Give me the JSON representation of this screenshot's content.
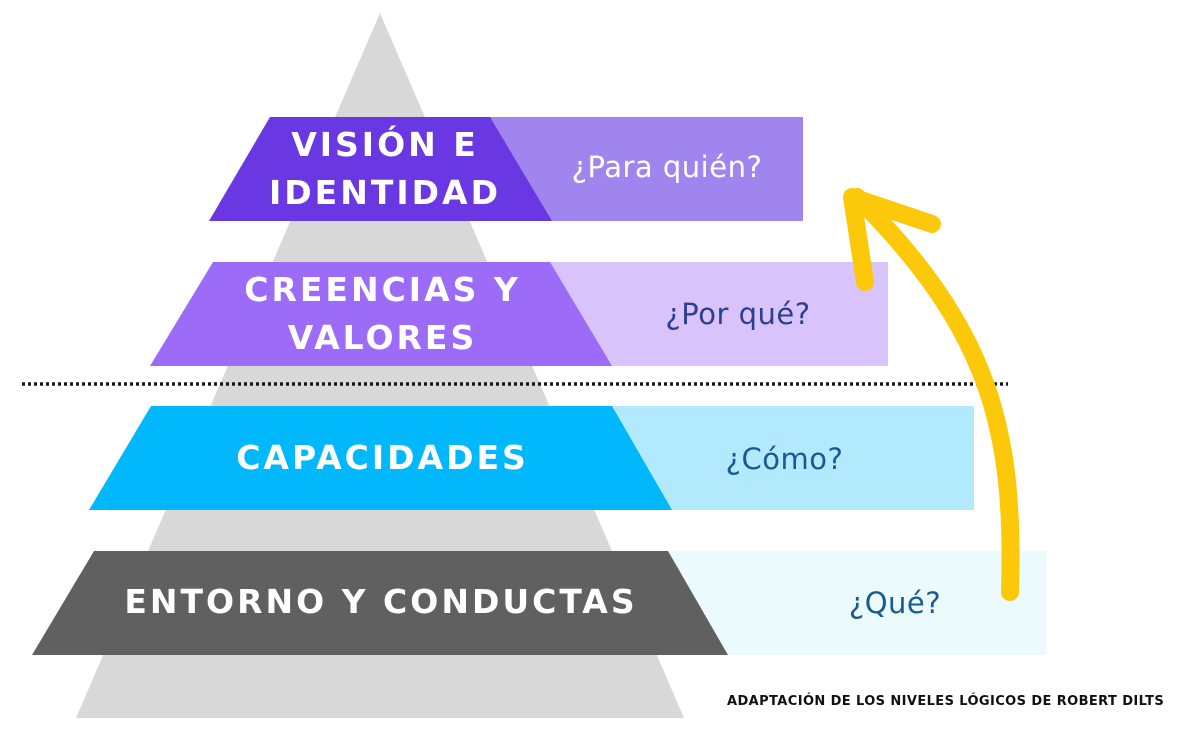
{
  "diagram": {
    "levels": [
      {
        "title_lines": [
          "VISIÓN E",
          "IDENTIDAD"
        ],
        "question": "¿Para quién?",
        "band_color": "#6a38e3",
        "box_color": "#a185ef",
        "question_color": "#ffffff"
      },
      {
        "title_lines": [
          "CREENCIAS Y",
          "VALORES"
        ],
        "question": "¿Por qué?",
        "band_color": "#9c6cf9",
        "box_color": "#d8c4fb",
        "question_color": "#2f3f8f"
      },
      {
        "title_lines": [
          "CAPACIDADES"
        ],
        "question": "¿Cómo?",
        "band_color": "#00b8fb",
        "box_color": "#b3e9fc",
        "question_color": "#1a5a93"
      },
      {
        "title_lines": [
          "ENTORNO Y CONDUCTAS"
        ],
        "question": "¿Qué?",
        "band_color": "#5f605f",
        "box_color": "#ebfafc",
        "question_color": "#1a5a93"
      }
    ],
    "pyramid_color": "#d8d8d8",
    "arrow_color": "#fcc80a",
    "divider_color": "#1a1a1a",
    "caption": "ADAPTACIÓN DE LOS NIVELES LÓGICOS DE ROBERT DILTS"
  }
}
